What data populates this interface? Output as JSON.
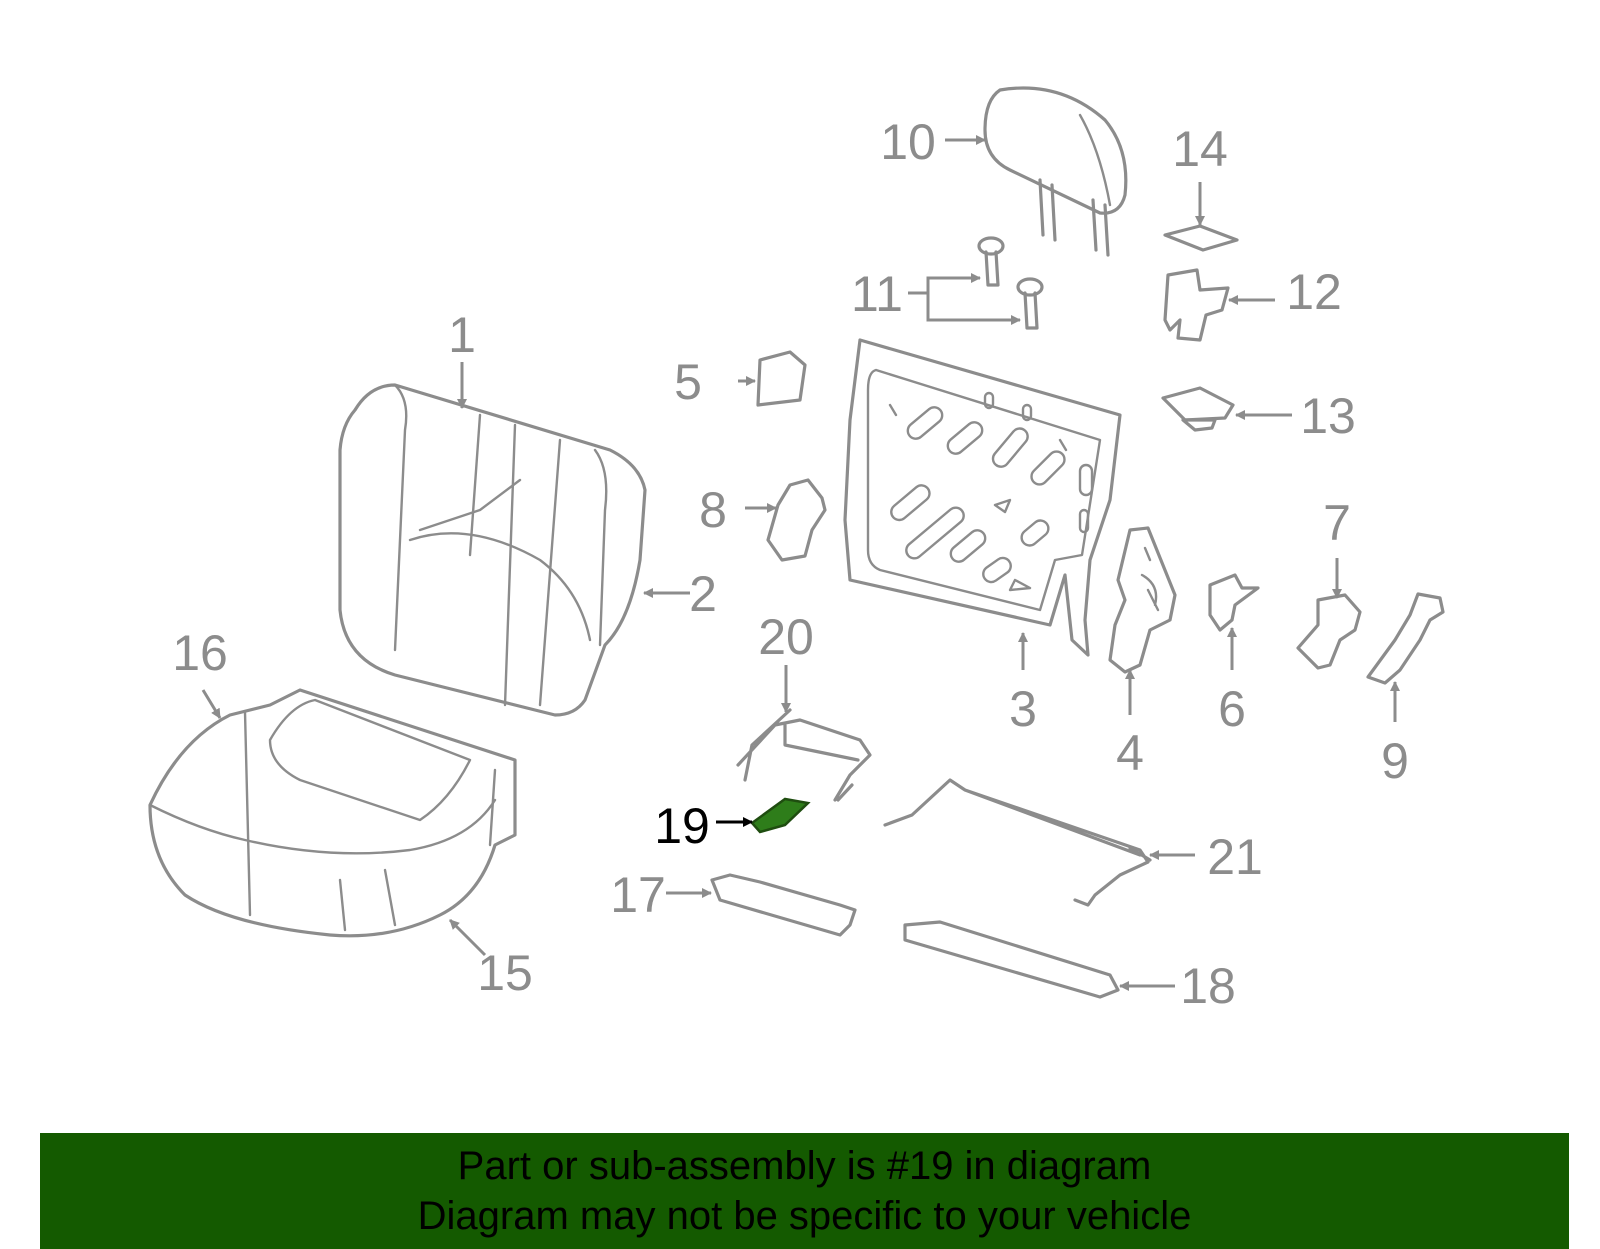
{
  "diagram": {
    "highlighted_part": "19",
    "colors": {
      "line": "#8c8c8c",
      "highlight": "#2e7d1a",
      "banner": "#145a00"
    },
    "callouts": [
      {
        "id": "1",
        "label": "1"
      },
      {
        "id": "2",
        "label": "2"
      },
      {
        "id": "3",
        "label": "3"
      },
      {
        "id": "4",
        "label": "4"
      },
      {
        "id": "5",
        "label": "5"
      },
      {
        "id": "6",
        "label": "6"
      },
      {
        "id": "7",
        "label": "7"
      },
      {
        "id": "8",
        "label": "8"
      },
      {
        "id": "9",
        "label": "9"
      },
      {
        "id": "10",
        "label": "10"
      },
      {
        "id": "11",
        "label": "11"
      },
      {
        "id": "12",
        "label": "12"
      },
      {
        "id": "13",
        "label": "13"
      },
      {
        "id": "14",
        "label": "14"
      },
      {
        "id": "15",
        "label": "15"
      },
      {
        "id": "16",
        "label": "16"
      },
      {
        "id": "17",
        "label": "17"
      },
      {
        "id": "18",
        "label": "18"
      },
      {
        "id": "19",
        "label": "19"
      },
      {
        "id": "20",
        "label": "20"
      },
      {
        "id": "21",
        "label": "21"
      }
    ]
  },
  "banner": {
    "line1": "Part or sub-assembly is #19 in diagram",
    "line2": "Diagram may not be specific to your vehicle"
  }
}
